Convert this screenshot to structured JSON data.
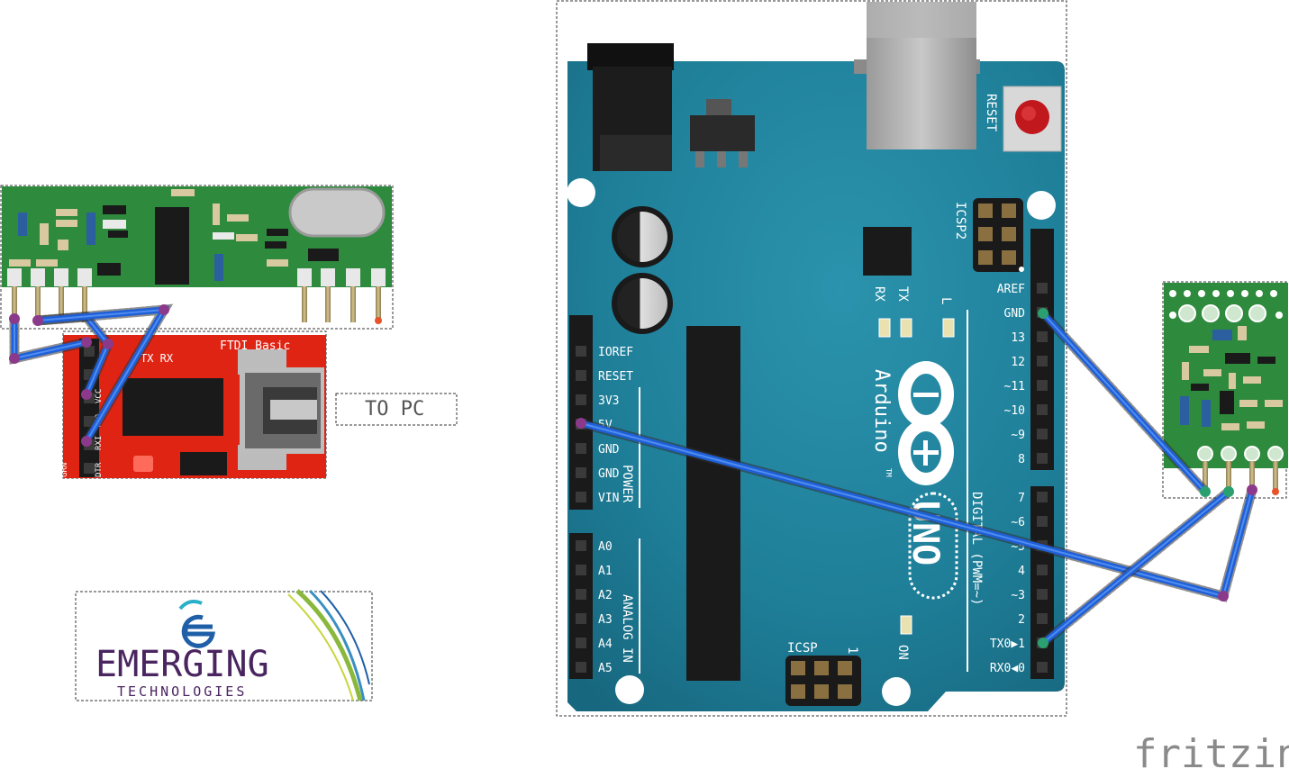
{
  "annotation": {
    "to_pc": "TO PC"
  },
  "logo": {
    "name": "EMERGING",
    "tagline": "TECHNOLOGIES"
  },
  "watermark": "fritzing",
  "arduino": {
    "brand": "Arduino",
    "trademark": "TM",
    "model": "UNO",
    "reset_label": "RESET",
    "icsp2_label": "ICSP2",
    "icsp_label": "ICSP",
    "icsp_pin1": "1",
    "led_labels": [
      "RX",
      "TX",
      "L",
      "ON"
    ],
    "section_labels": {
      "power": "POWER",
      "analog": "ANALOG IN",
      "digital": "DIGITAL (PWM=~)"
    },
    "power_pins": [
      "IOREF",
      "RESET",
      "3V3",
      "5V",
      "GND",
      "GND",
      "VIN"
    ],
    "analog_pins": [
      "A0",
      "A1",
      "A2",
      "A3",
      "A4",
      "A5"
    ],
    "digital_pins_upper": [
      "AREF",
      "GND",
      "13",
      "12",
      "~11",
      "~10",
      "~9",
      "8"
    ],
    "digital_pins_lower": [
      "7",
      "~6",
      "~5",
      "4",
      "~3",
      "2",
      "TX0▶1",
      "RX0◀0"
    ]
  },
  "ftdi": {
    "title": "FTDI Basic",
    "top_labels": "TX RX",
    "side_labels": [
      "GRN",
      "DTR",
      "RXI",
      "TXO",
      "VCC"
    ]
  },
  "colors": {
    "arduino_board": "#1f7f99",
    "rf_board": "#2e8a3c",
    "ftdi_board": "#e02414",
    "wire": "#1f5fd8",
    "logo_purple": "#4a2560",
    "logo_blue": "#1f5fa8"
  }
}
